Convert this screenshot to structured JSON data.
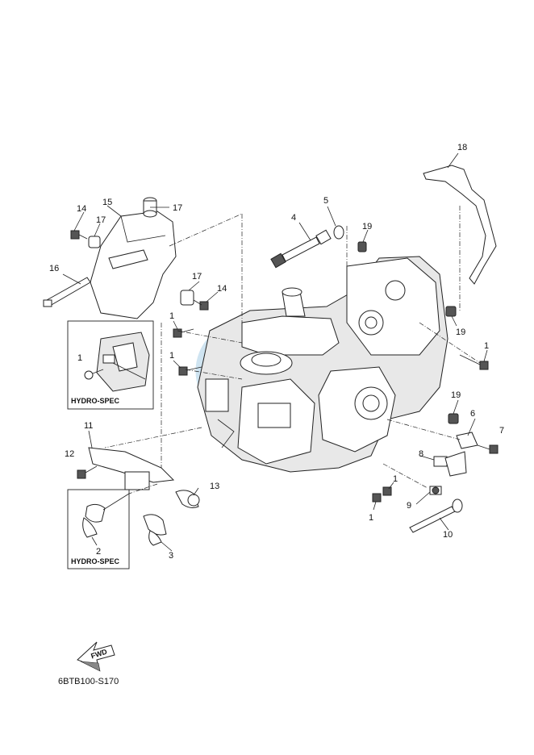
{
  "diagram_code": "6BTB100-S170",
  "fwd_label": "FWD",
  "inset_labels": [
    "HYDRO-SPEC",
    "HYDRO-SPEC"
  ],
  "callouts": [
    "1",
    "1",
    "1",
    "1",
    "1",
    "1",
    "2",
    "3",
    "4",
    "5",
    "6",
    "7",
    "8",
    "9",
    "10",
    "11",
    "12",
    "13",
    "14",
    "14",
    "15",
    "16",
    "17",
    "17",
    "17",
    "18",
    "19",
    "19",
    "19"
  ],
  "watermark_color": "#a9cfe6"
}
